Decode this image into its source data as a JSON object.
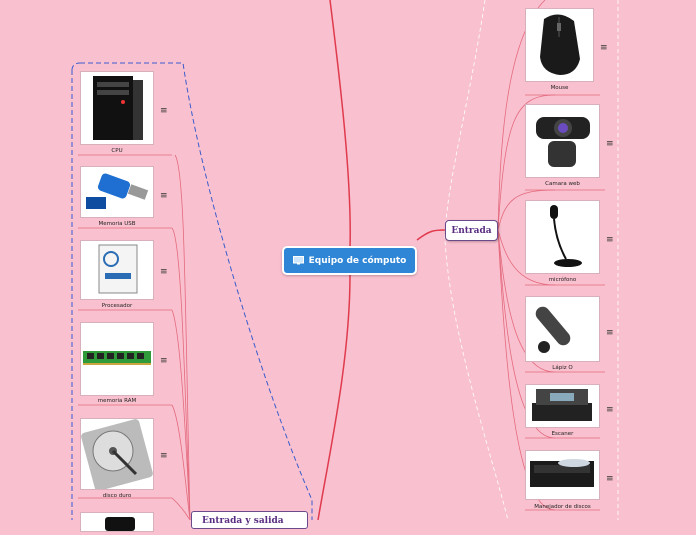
{
  "central": {
    "label": "Equipo de cómputo",
    "icon": "computer-icon"
  },
  "entrada": {
    "label": "Entrada"
  },
  "processing": {
    "label": "Entrada y salida"
  },
  "left_items": [
    {
      "label": "CPU"
    },
    {
      "label": "Memoria USB"
    },
    {
      "label": "Procesador"
    },
    {
      "label": "memoria RAM"
    },
    {
      "label": "disco duro"
    },
    {
      "label": ""
    }
  ],
  "right_items": [
    {
      "label": "Mouse"
    },
    {
      "label": "Camara web"
    },
    {
      "label": "micrófono"
    },
    {
      "label": "Lápiz O"
    },
    {
      "label": "Escaner"
    },
    {
      "label": "Manejador de discos"
    }
  ],
  "note_glyph": "≡",
  "colors": {
    "background": "#f9c1cf",
    "central": "#2f86d6",
    "main_link": "#e03a4e",
    "dashed_border": "#3b5ccc"
  }
}
